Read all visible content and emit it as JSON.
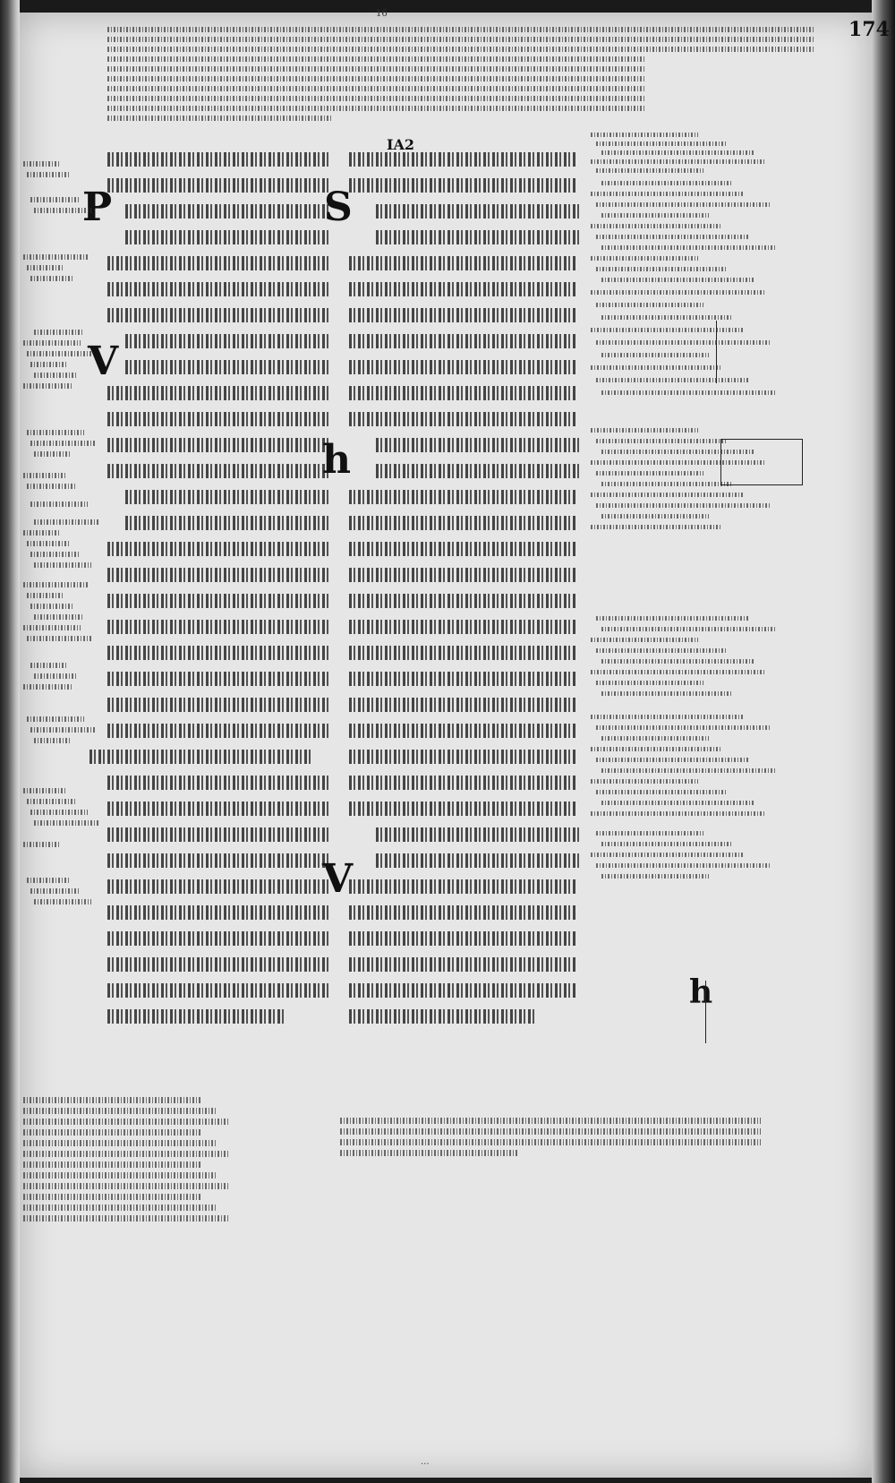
{
  "manuscript": {
    "folio_number": "174",
    "column_mark": "IA2",
    "top_mark": "16"
  }
}
